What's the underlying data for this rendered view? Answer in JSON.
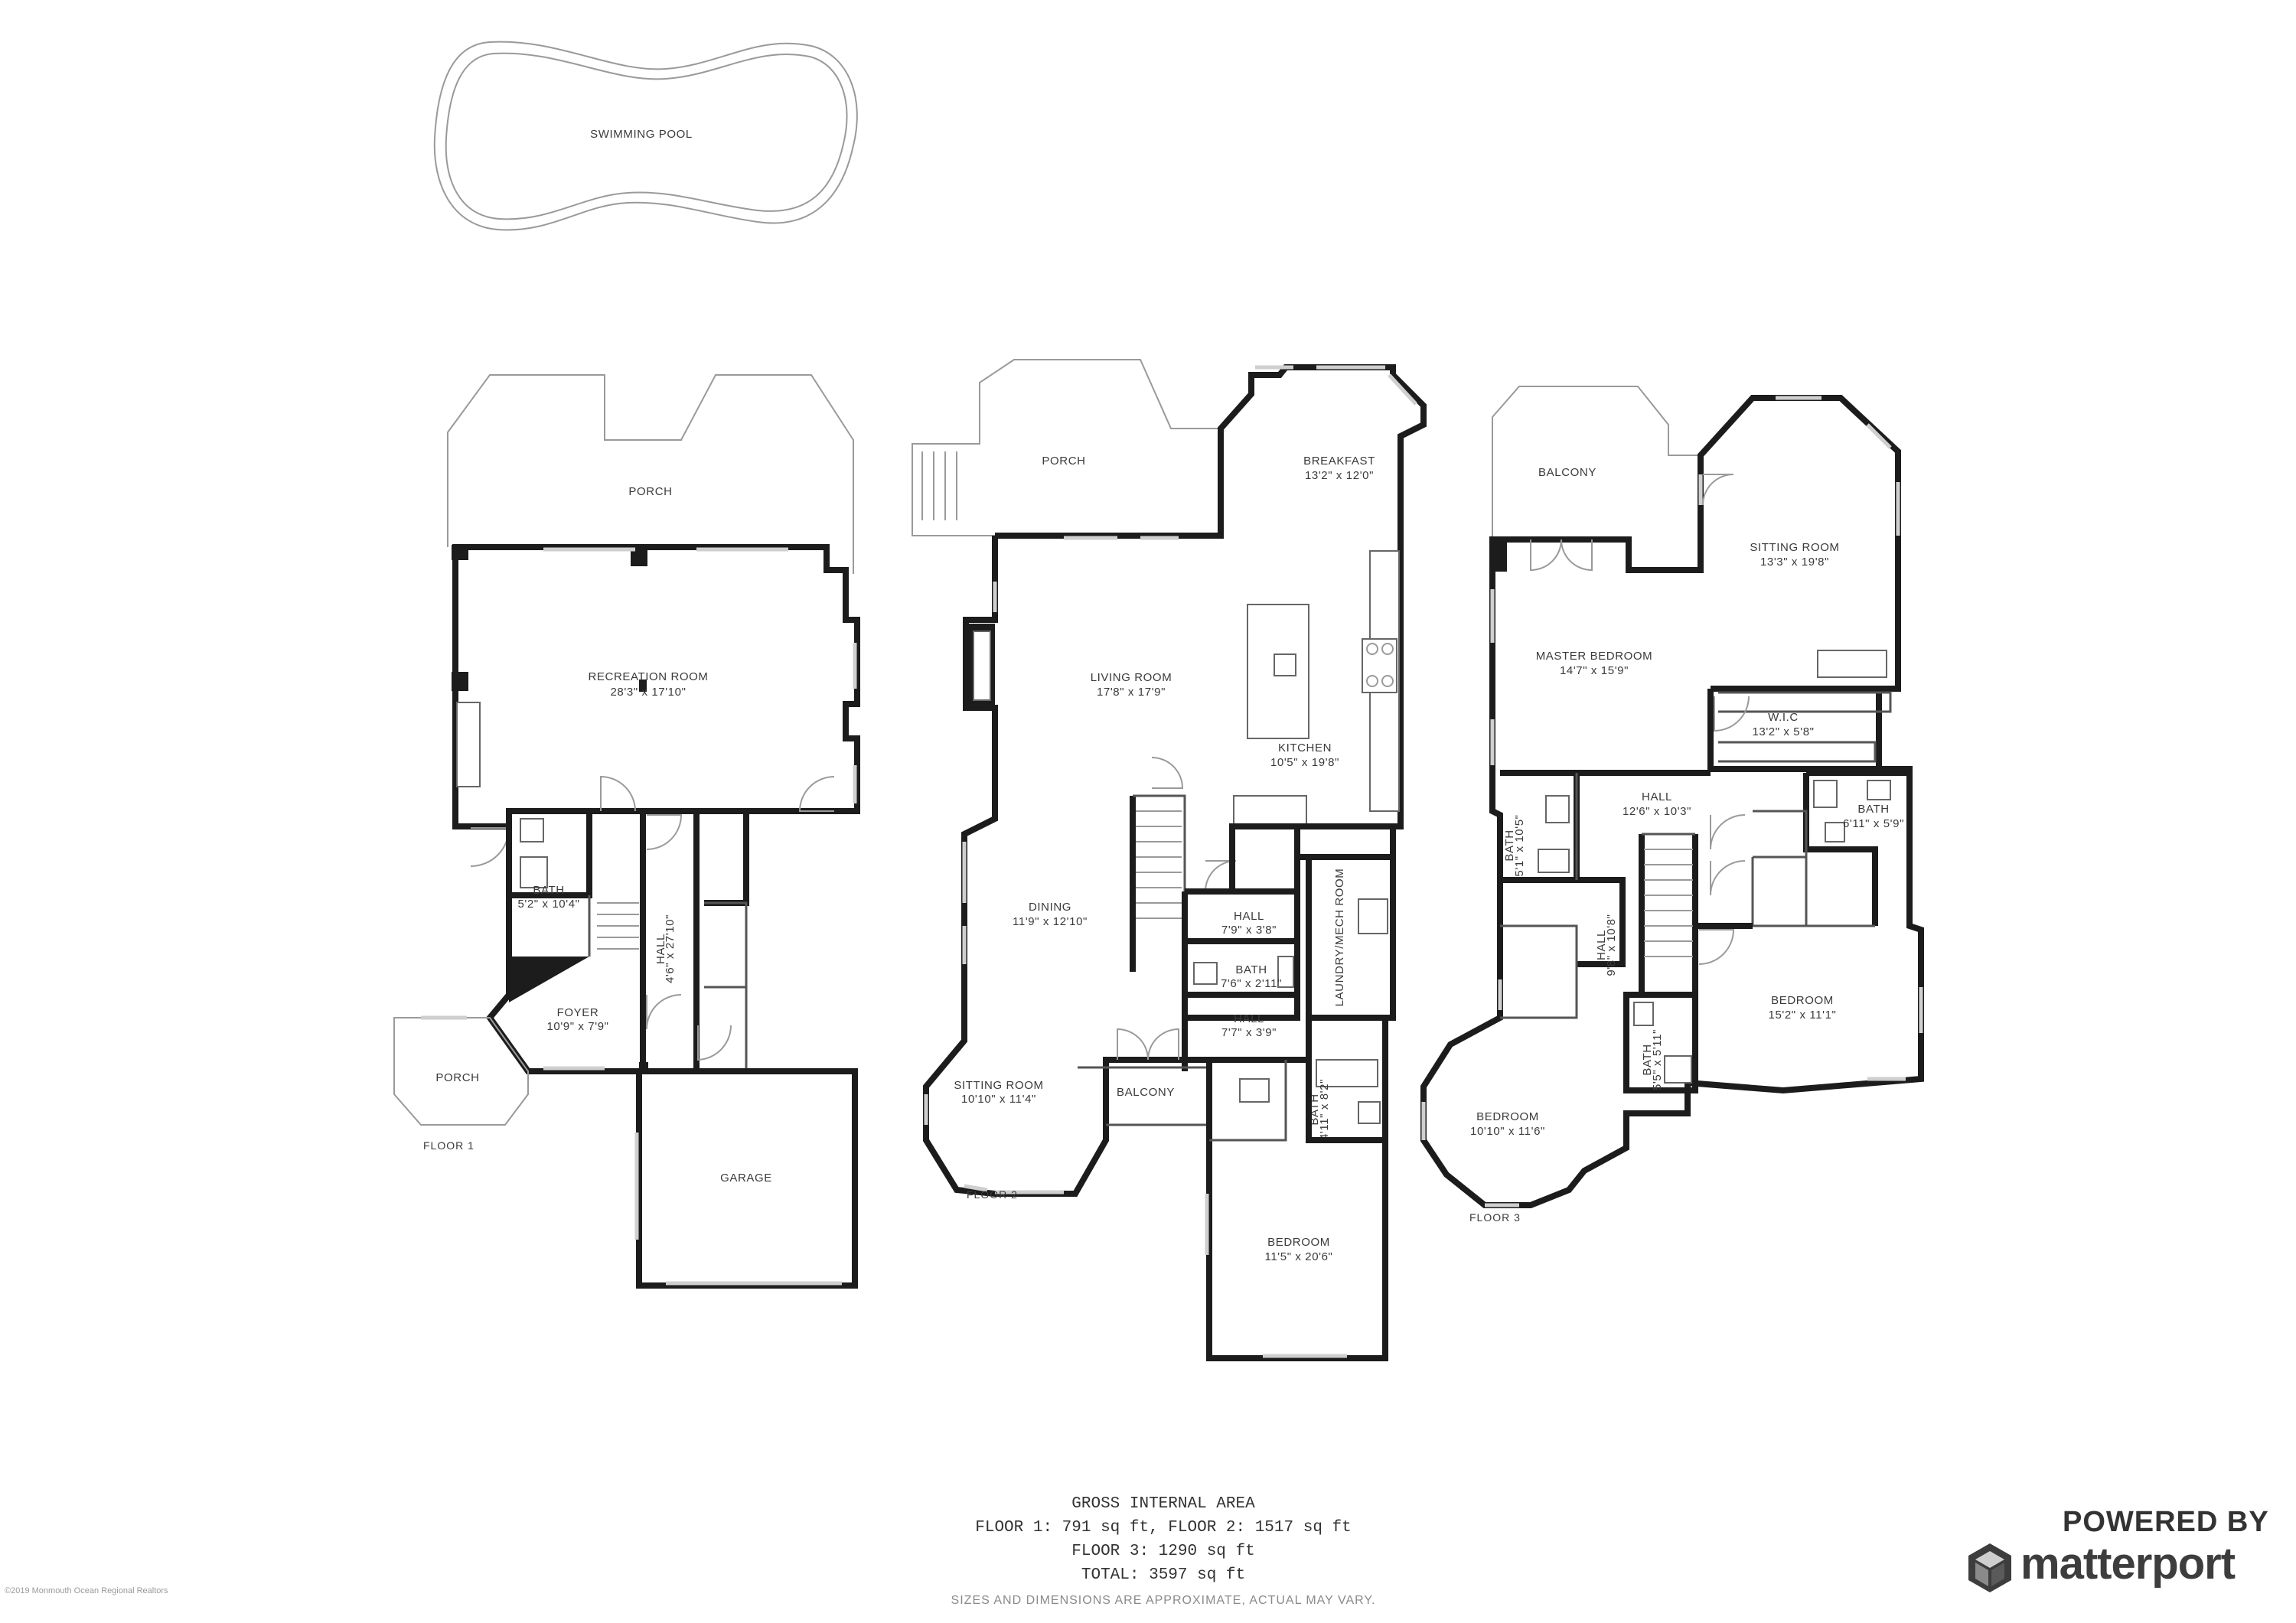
{
  "floors": [
    {
      "label": "FLOOR 1",
      "rooms": [
        {
          "name": "SWIMMING POOL",
          "dims": ""
        },
        {
          "name": "PORCH",
          "dims": ""
        },
        {
          "name": "RECREATION ROOM",
          "dims": "28'3\" x 17'10\""
        },
        {
          "name": "BATH",
          "dims": "5'2\" x 10'4\""
        },
        {
          "name": "HALL",
          "dims": "4'6\" x 27'10\""
        },
        {
          "name": "FOYER",
          "dims": "10'9\" x 7'9\""
        },
        {
          "name": "PORCH",
          "dims": ""
        },
        {
          "name": "GARAGE",
          "dims": ""
        }
      ]
    },
    {
      "label": "FLOOR 2",
      "rooms": [
        {
          "name": "PORCH",
          "dims": ""
        },
        {
          "name": "BREAKFAST",
          "dims": "13'2\" x 12'0\""
        },
        {
          "name": "LIVING ROOM",
          "dims": "17'8\" x 17'9\""
        },
        {
          "name": "KITCHEN",
          "dims": "10'5\" x 19'8\""
        },
        {
          "name": "DINING",
          "dims": "11'9\" x 12'10\""
        },
        {
          "name": "HALL",
          "dims": "7'9\" x 3'8\""
        },
        {
          "name": "BATH",
          "dims": "7'6\" x 2'11\""
        },
        {
          "name": "HALL",
          "dims": "7'7\" x 3'9\""
        },
        {
          "name": "LAUNDRY/MECH ROOM",
          "dims": ""
        },
        {
          "name": "SITTING ROOM",
          "dims": "10'10\" x 11'4\""
        },
        {
          "name": "BALCONY",
          "dims": ""
        },
        {
          "name": "BATH",
          "dims": "4'11\" x 8'2\""
        },
        {
          "name": "BEDROOM",
          "dims": "11'5\" x 20'6\""
        }
      ]
    },
    {
      "label": "FLOOR 3",
      "rooms": [
        {
          "name": "BALCONY",
          "dims": ""
        },
        {
          "name": "SITTING ROOM",
          "dims": "13'3\" x 19'8\""
        },
        {
          "name": "MASTER BEDROOM",
          "dims": "14'7\" x 15'9\""
        },
        {
          "name": "W.I.C",
          "dims": "13'2\" x 5'8\""
        },
        {
          "name": "BATH",
          "dims": "5'1\" x 10'5\""
        },
        {
          "name": "HALL",
          "dims": "12'6\" x 10'3\""
        },
        {
          "name": "BATH",
          "dims": "6'11\" x 5'9\""
        },
        {
          "name": "HALL",
          "dims": "9'8\" x 10'8\""
        },
        {
          "name": "BEDROOM",
          "dims": "15'2\" x 11'1\""
        },
        {
          "name": "BATH",
          "dims": "5'5\" x 5'11\""
        },
        {
          "name": "BEDROOM",
          "dims": "10'10\" x 11'6\""
        }
      ]
    }
  ],
  "gross_internal_area": {
    "title": "GROSS INTERNAL AREA",
    "line1": "FLOOR 1: 791 sq ft, FLOOR 2: 1517 sq ft",
    "line2": "FLOOR 3: 1290 sq ft",
    "total": "TOTAL: 3597 sq ft",
    "note": "SIZES AND DIMENSIONS ARE APPROXIMATE, ACTUAL MAY VARY."
  },
  "copyright": "©2019 Monmouth Ocean Regional Realtors",
  "branding": {
    "powered_by": "POWERED BY",
    "brand": "matterport",
    "logo_icon": "matterport-cube-icon"
  }
}
